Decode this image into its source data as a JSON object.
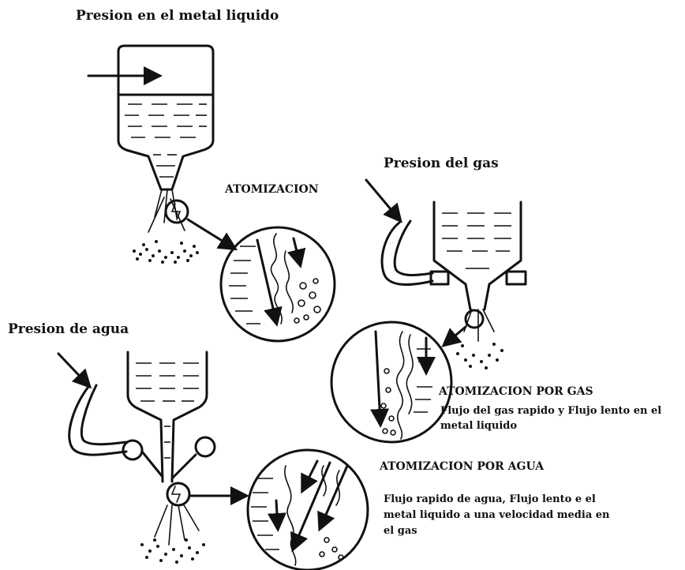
{
  "labels": {
    "top_title": "Presion en el metal liquido",
    "atomizacion": "ATOMIZACION",
    "gas_title": "Presion del gas",
    "water_title": "Presion de agua",
    "gas_heading": "ATOMIZACION POR GAS",
    "gas_desc_1": "Flujo del gas rapido y Flujo lento en el",
    "gas_desc_2": "metal liquido",
    "water_heading": "ATOMIZACION POR AGUA",
    "water_desc_1": "Flujo rapido de agua, Flujo lento e el",
    "water_desc_2": "metal liquido a una velocidad media en",
    "water_desc_3": "el gas"
  }
}
